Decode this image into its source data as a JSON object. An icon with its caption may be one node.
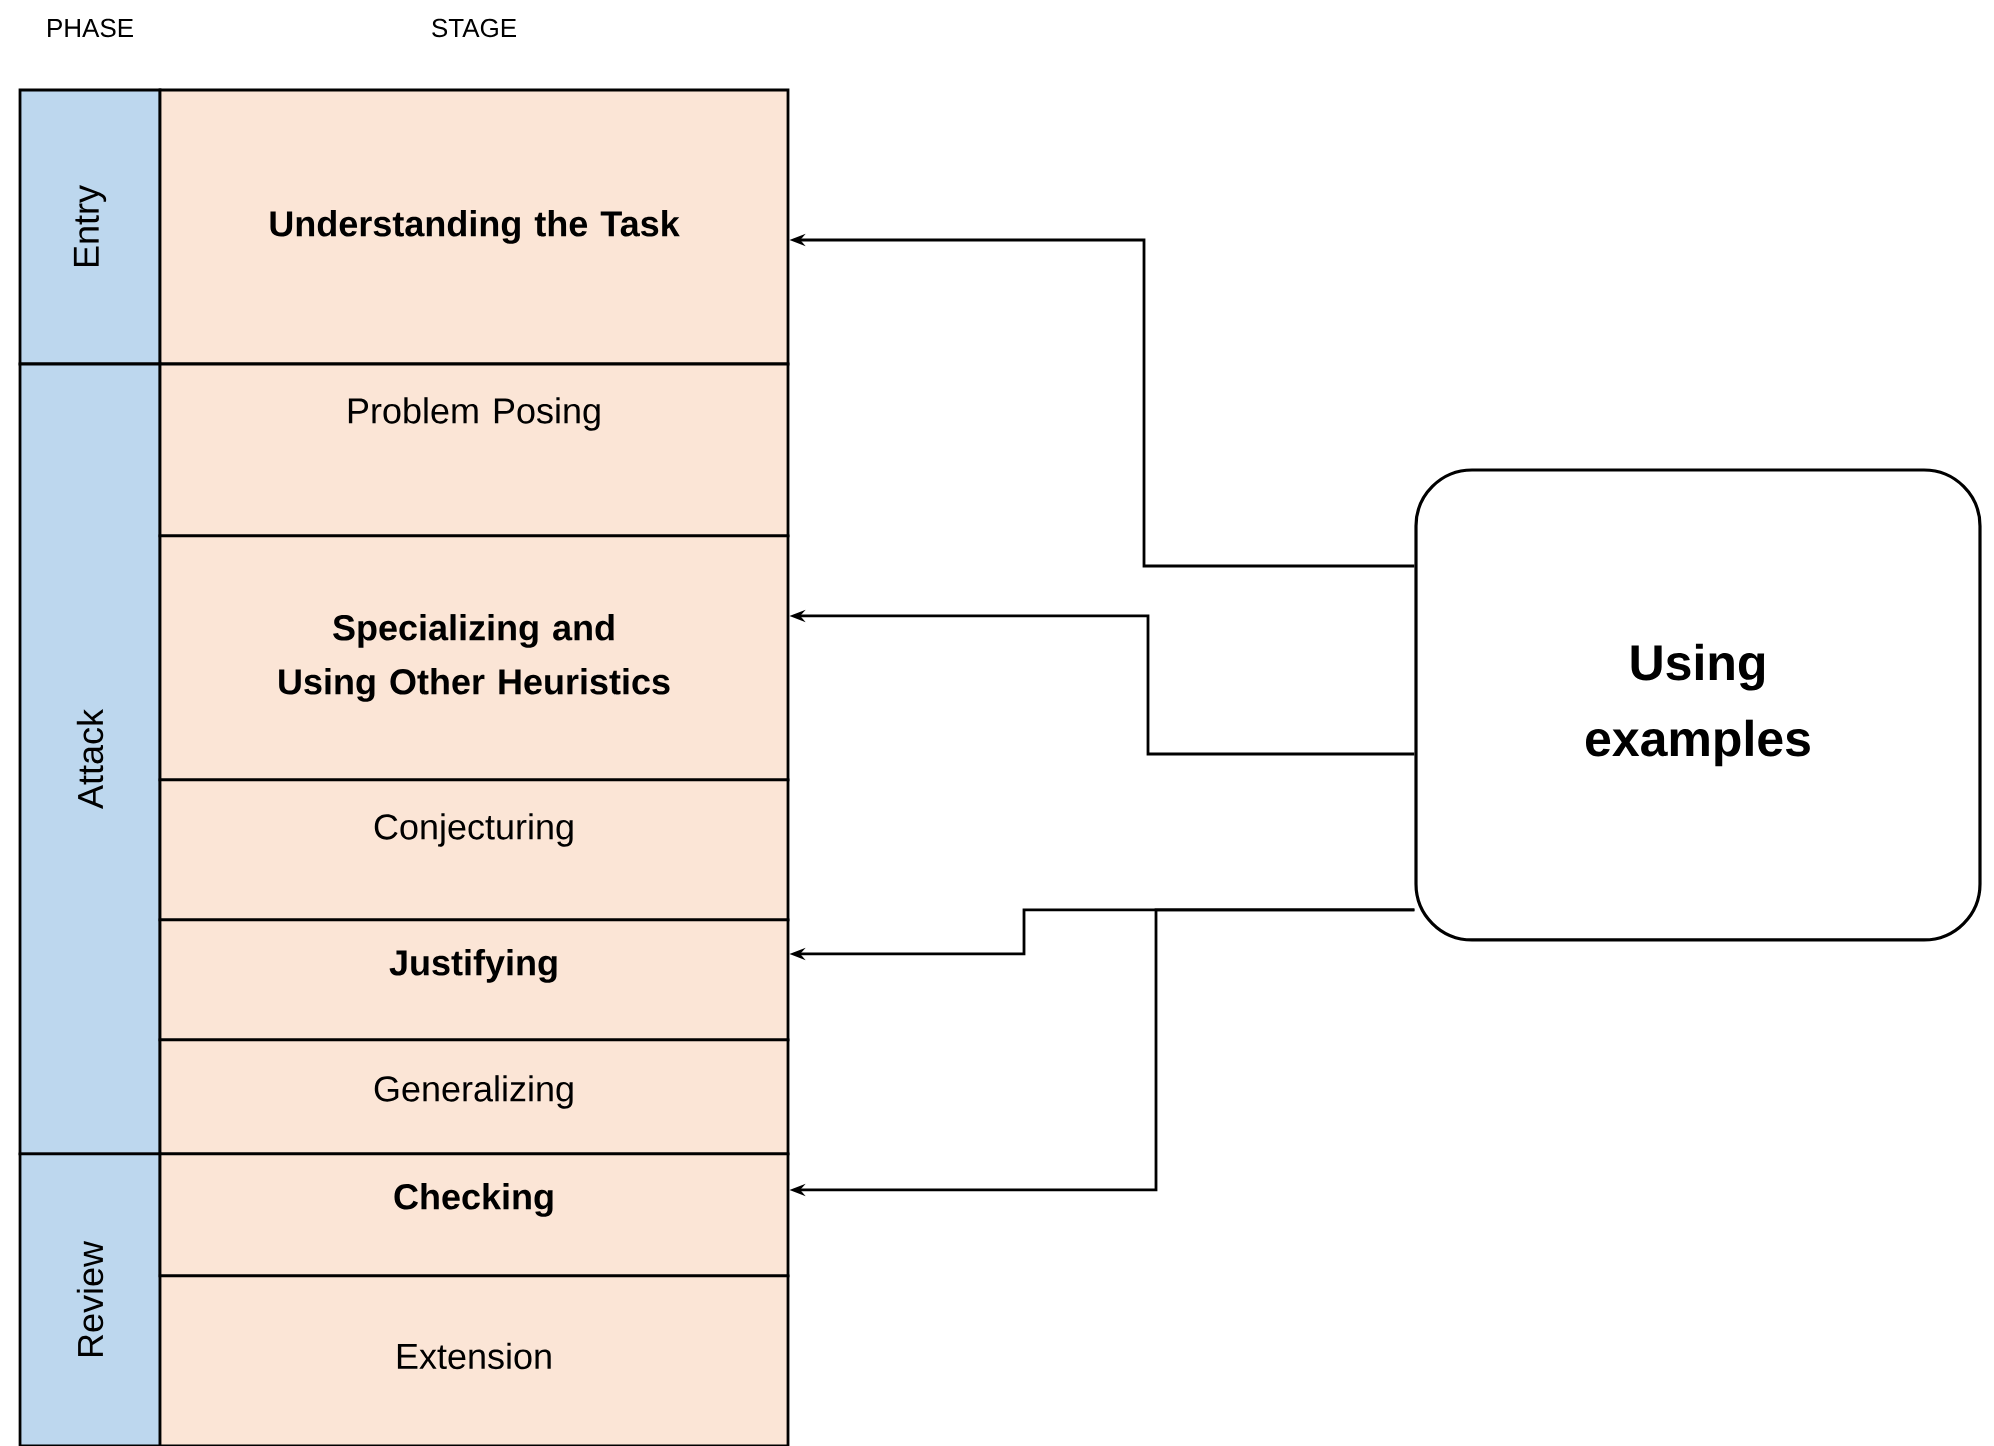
{
  "diagram": {
    "nodes": [
      {
        "text": [
          "Entry"
        ]
      },
      {
        "text": [
          "Understanding  the Task"
        ]
      },
      {
        "text": [
          "Attack"
        ]
      },
      {
        "text": [
          "Problem   Posing"
        ]
      },
      {
        "text": [
          "Specializing and Using Other Heuristics"
        ]
      },
      {
        "text": [
          "Conjecturing"
        ]
      },
      {
        "text": [
          "Justifying"
        ]
      },
      {
        "text": [
          "Generalizing"
        ]
      },
      {
        "text": [
          "Review"
        ]
      },
      {
        "text": [
          "Checking"
        ]
      },
      {
        "text": [
          "Extension"
        ]
      },
      {
        "text": [
          "Using examples"
        ]
      }
    ],
    "edges": [
      {
        "from": 11,
        "to": 1,
        "arrow": "to"
      },
      {
        "from": 11,
        "to": 4,
        "arrow": "to"
      },
      {
        "from": 11,
        "to": 6,
        "arrow": "to"
      },
      {
        "from": 11,
        "to": 9,
        "arrow": "to"
      }
    ],
    "labels": [
      "PHASE",
      "STAGE"
    ]
  }
}
